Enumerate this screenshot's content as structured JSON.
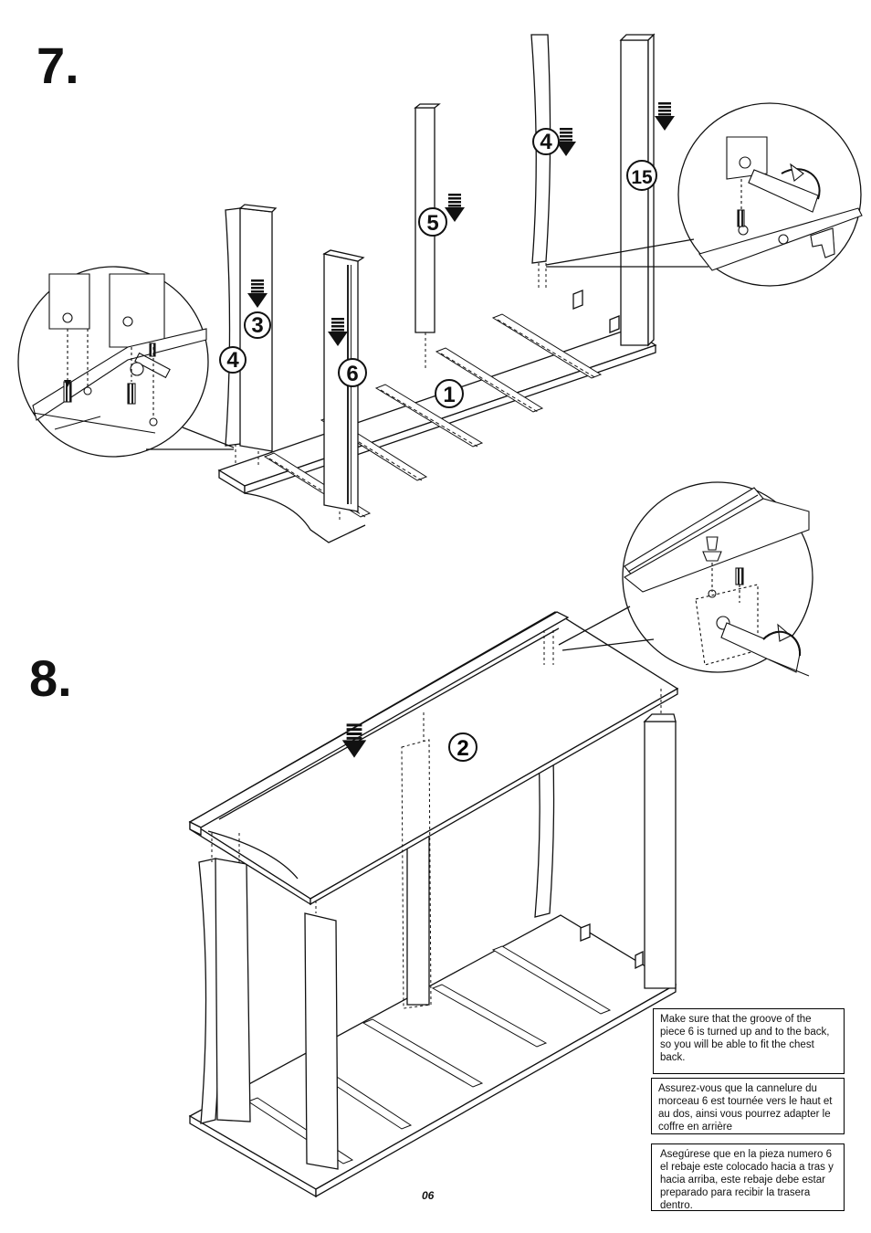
{
  "steps": {
    "step7": "7.",
    "step8": "8."
  },
  "part_labels": {
    "p1": "1",
    "p2": "2",
    "p3": "3",
    "p4a": "4",
    "p4b": "4",
    "p5": "5",
    "p6": "6",
    "p15": "15"
  },
  "notes": {
    "english": "Make sure that the groove of the piece 6 is turned up and to the back, so you will be able to fit the chest back.",
    "french": "Assurez-vous que la cannelure du morceau 6 est tournée vers le haut et au dos, ainsi vous pourrez adapter le coffre en arrière",
    "spanish": "Asegúrese que en la pieza numero 6 el rebaje este colocado hacia a tras y hacia arriba, este rebaje debe estar preparado para recibir la trasera dentro."
  },
  "page_number": "06",
  "icons": [
    "down-arrow-icon",
    "screwdriver-icon",
    "rotation-arrow-icon",
    "screw-icon",
    "dowel-icon",
    "bracket-icon"
  ]
}
